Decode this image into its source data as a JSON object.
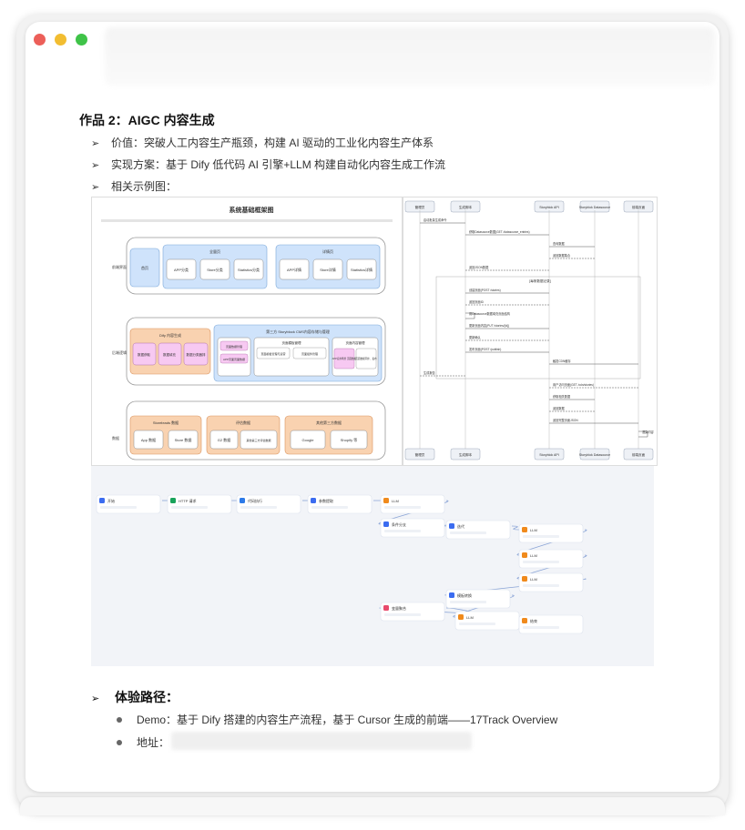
{
  "section_title": "作品 2：AIGC 内容生成",
  "bullets": [
    "价值：突破人工内容生产瓶颈，构建 AI 驱动的工业化内容生产体系",
    "实现方案：基于 Dify 低代码 AI 引擎+LLM 构建自动化内容生成工作流",
    "相关示例图："
  ],
  "architecture": {
    "title": "系统基础框架图",
    "rows": [
      {
        "label": "前端界面",
        "groups": [
          {
            "title": "",
            "items": [
              "首页"
            ]
          },
          {
            "title": "全量页",
            "items": [
              "APP分类",
              "Store分类",
              "Statistics分类"
            ]
          },
          {
            "title": "详情页",
            "items": [
              "APP详情",
              "Store详情",
              "Statistics详情"
            ]
          }
        ]
      },
      {
        "label": "后端逻辑",
        "groups": [
          {
            "title": "Dify 内容生成",
            "items": [
              "数据获取",
              "数据填充",
              "数据分类器排"
            ]
          },
          {
            "title": "第三方 Storyblock CMS内容存储与管理",
            "items": [
              "页面数据管理",
              "APP页面页面数据",
              "页面模板管理",
              "页面模板管理与运营",
              "页面组件管理",
              "页面内容管理",
              "APP应用场景 页面数据",
              "页面数据同步、发布"
            ]
          }
        ]
      },
      {
        "label": "数据",
        "groups": [
          {
            "title": "Storeleads 数据",
            "items": [
              "App 数据",
              "Store 数据"
            ]
          },
          {
            "title": "评估数据",
            "items": [
              "G2 数据",
              "其他第三方评估数据"
            ]
          },
          {
            "title": "其他第三方数据",
            "items": [
              "Google",
              "Shopify 等"
            ]
          }
        ]
      }
    ]
  },
  "sequence": {
    "actors": [
      "管理员",
      "生成脚本",
      "Storyblok API",
      "Storyblok Datasource",
      "前端页面"
    ],
    "messages": [
      "启动批量生成命令",
      "获取Datasource数据(GET /datasource_entries)",
      "查询数据",
      "返回数据集合",
      "返回JSON数据",
      "[每条数据记录]",
      "创建页面(POST /stories)",
      "返回页面ID",
      "用Datasource数据填充页面结构",
      "更新页面内容(PUT /stories/{id})",
      "更新确认",
      "发布页面(POST /publish)",
      "触发CDN缓存",
      "生成报告",
      "用户访问页面(GET /cdn/stories)",
      "获取相关数据",
      "返回数据",
      "返回完整页面JSON",
      "渲染内容"
    ]
  },
  "workflow": {
    "nodes": [
      "开始",
      "HTTP 请求",
      "代码执行",
      "参数提取",
      "LLM",
      "条件分支",
      "迭代",
      "LLM",
      "LLM",
      "LLM",
      "模板转换",
      "LLM",
      "变量聚合",
      "结束"
    ]
  },
  "experience": {
    "title": "体验路径：",
    "items": [
      "Demo：基于 Dify  搭建的内容生产流程，基于 Cursor  生成的前端——17Track Overview",
      "地址："
    ]
  }
}
